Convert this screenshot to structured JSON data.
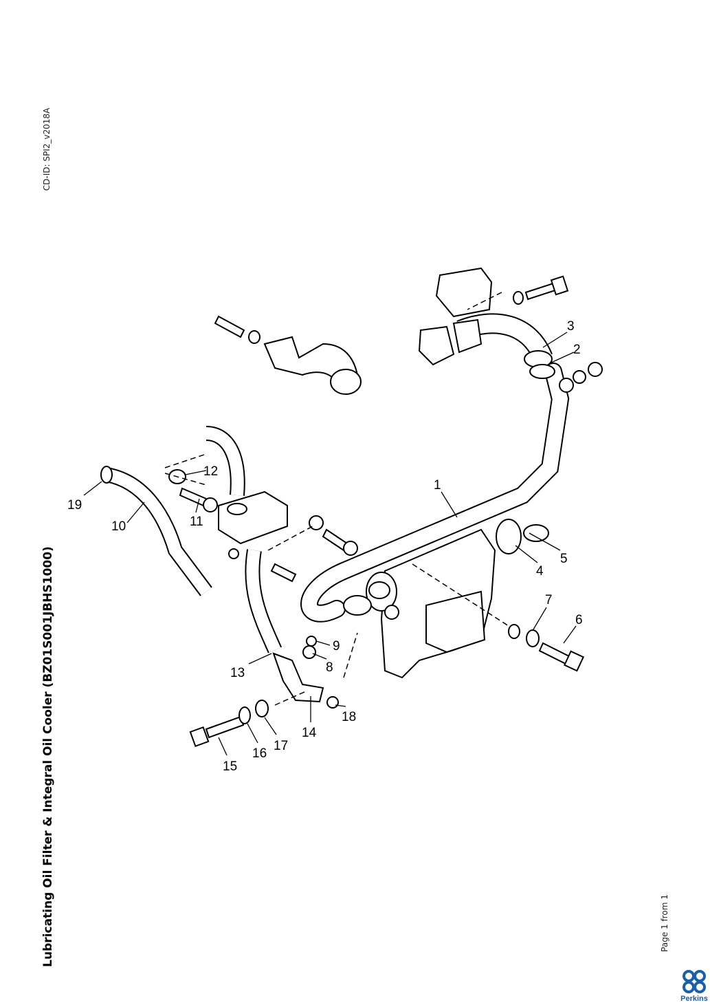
{
  "document": {
    "cd_id": "CD-ID: SPI2_v2018A",
    "title": "Lubricating Oil Filter & Integral Oil Cooler (BZ01S001JBHS1000)",
    "page_info": "Page 1 from 1",
    "logo_text": "Perkins",
    "brand_color": "#1b5fa8"
  },
  "callouts": [
    "1",
    "2",
    "3",
    "4",
    "5",
    "6",
    "7",
    "8",
    "9",
    "10",
    "11",
    "12",
    "13",
    "14",
    "15",
    "16",
    "17",
    "18",
    "19"
  ]
}
